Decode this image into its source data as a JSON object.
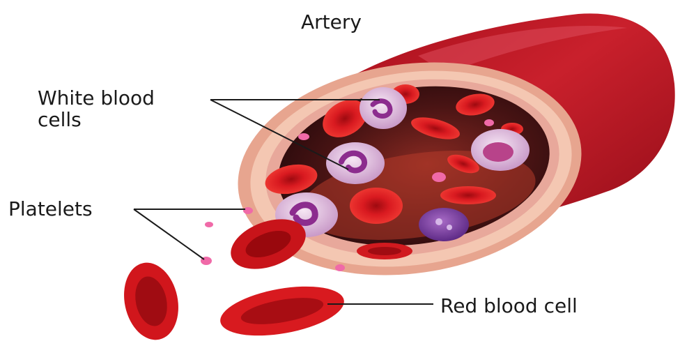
{
  "labels": {
    "artery": "Artery",
    "white_blood_cells_line1": "White blood",
    "white_blood_cells_line2": "cells",
    "platelets": "Platelets",
    "red_blood_cell": "Red blood cell"
  },
  "colors": {
    "artery_outer": "#b0121d",
    "artery_wall_pink": "#f2b7a4",
    "artery_lumen": "#3b0f12",
    "red_blood_cell": "#d9141b",
    "white_blood_cell": "#e8c6e6",
    "white_cell_nucleus": "#8c2c8e",
    "platelet": "#f06aa8",
    "leader_line": "#1a1a1a"
  }
}
